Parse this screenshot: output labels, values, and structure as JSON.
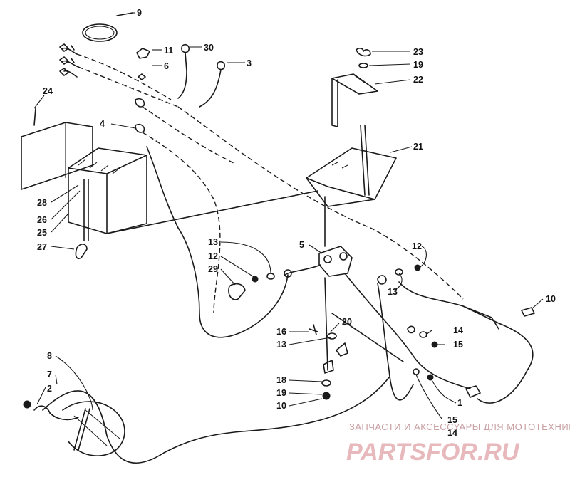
{
  "watermark": {
    "line1": "ЗАПЧАСТИ И АКСЕССУАРЫ ДЛЯ МОТОТЕХНИКИ",
    "line2": "PARTSFOR.RU"
  },
  "callouts": {
    "c9": "9",
    "c11": "11",
    "c30": "30",
    "c6": "6",
    "c3": "3",
    "c23": "23",
    "c19a": "19",
    "c22": "22",
    "c24": "24",
    "c4": "4",
    "c21": "21",
    "c28": "28",
    "c26": "26",
    "c25": "25",
    "c27": "27",
    "c13a": "13",
    "c12a": "12",
    "c29": "29",
    "c5": "5",
    "c12b": "12",
    "c13b": "13",
    "c10a": "10",
    "c16": "16",
    "c13c": "13",
    "c20": "20",
    "c14a": "14",
    "c15a": "15",
    "c8": "8",
    "c7": "7",
    "c2": "2",
    "c18": "18",
    "c19b": "19",
    "c10b": "10",
    "c1": "1",
    "c15b": "15",
    "c14b": "14"
  }
}
